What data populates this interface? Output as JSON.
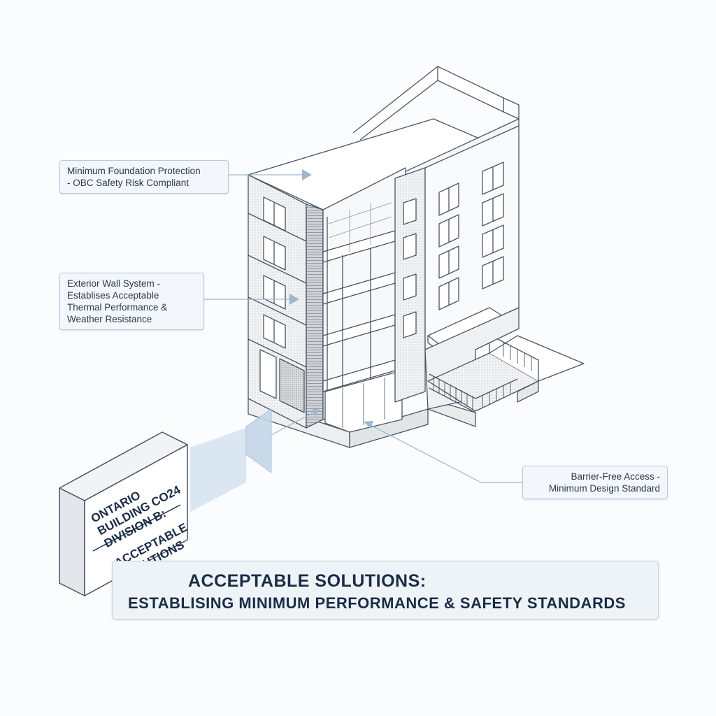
{
  "callouts": {
    "foundation": {
      "line1": "Minimum Foundation Protection",
      "line2": "- OBC Safety Risk Compliant"
    },
    "wall": {
      "line1": "Exterior Wall System -",
      "line2": "Establises Acceptable",
      "line3": "Thermal Performance &",
      "line4": "Weather Resistance"
    },
    "access": {
      "line1": "Barrier-Free Access -",
      "line2": "Minimum Design Standard"
    }
  },
  "code_block": {
    "line1": "ONTARIO",
    "line2": "BUILDING CO24",
    "line3": "DIVISION B:",
    "line4": "ACCEPTABLE",
    "line5": "SOLUTIONS"
  },
  "banner": {
    "line1": "ACCEPTABLE SOLUTIONS:",
    "line2": "ESTABLISING MINIMUM PERFORMANCE & SAFETY STANDARDS"
  },
  "colors": {
    "line": "#4a5562",
    "pointer": "#9fb6cc",
    "accent_dark": "#1b2c46",
    "panel_fill": "#f3f7fb"
  }
}
